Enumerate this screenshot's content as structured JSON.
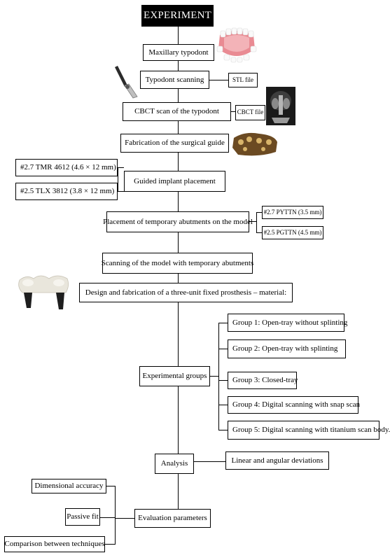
{
  "title": "EXPERIMENT",
  "steps": {
    "typodont": "Maxillary typodont",
    "scanning": "Typodont scanning",
    "stl": "STL file",
    "cbct": "CBCT scan of the typodont",
    "cbct_file": "CBCT file",
    "guide": "Fabrication of the surgical guide",
    "placement": "Guided implant placement",
    "implant1": "#2.7 TMR 4612 (4.6 × 12 mm)",
    "implant2": "#2.5 TLX 3812 (3.8 × 12 mm)",
    "abutments": "Placement of temporary abutments on the model",
    "abut1": "#2.7 PYTTN (3.5 mm)",
    "abut2": "#2.5 PGTTN (4.5 mm)",
    "scan_model": "Scanning of the model with temporary abutments",
    "design": "Design and fabrication of a three-unit fixed prosthesis – material:",
    "groups_label": "Experimental groups",
    "analysis": "Analysis",
    "deviations": "Linear and angular deviations",
    "evaluation": "Evaluation parameters",
    "dimensional": "Dimensional accuracy",
    "passive": "Passive fit",
    "comparison": "Comparison between techniques"
  },
  "groups": [
    "Group 1: Open-tray without splinting",
    "Group 2: Open-tray with splinting",
    "Group 3: Closed-tray",
    "Group 4: Digital scanning with snap scan",
    "Group 5: Digital scanning with titanium scan body."
  ]
}
